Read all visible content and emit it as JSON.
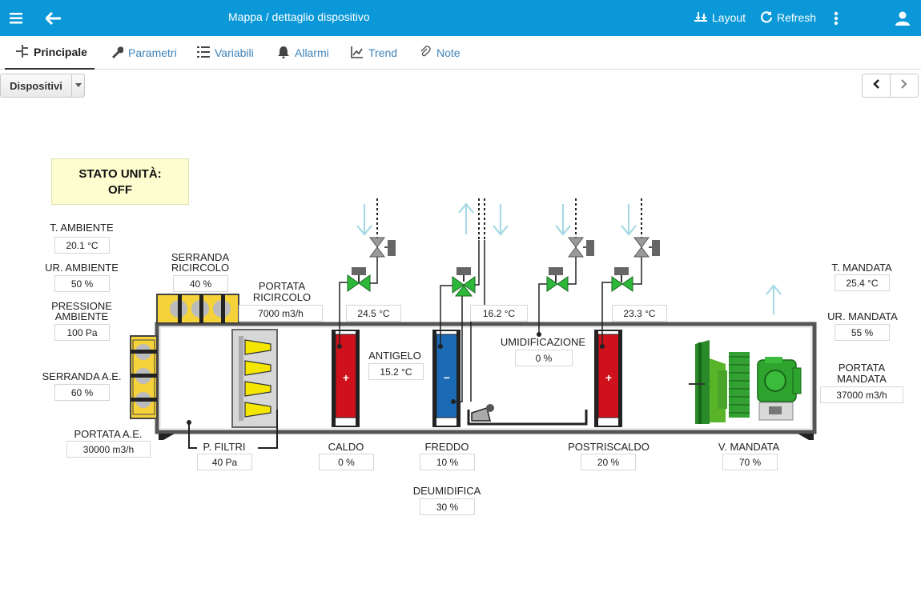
{
  "header": {
    "title": "Mappa / dettaglio dispositivo",
    "layout_label": "Layout",
    "refresh_label": "Refresh",
    "icons": [
      "menu-icon",
      "back-arrow-icon",
      "layout-icon",
      "refresh-icon",
      "more-vertical-icon",
      "user-icon"
    ]
  },
  "tabs": [
    {
      "label": "Principale",
      "icon": "topology-icon",
      "active": true
    },
    {
      "label": "Parametri",
      "icon": "wrench-icon",
      "active": false
    },
    {
      "label": "Variabili",
      "icon": "list-icon",
      "active": false
    },
    {
      "label": "Allarmi",
      "icon": "bell-icon",
      "active": false
    },
    {
      "label": "Trend",
      "icon": "chart-icon",
      "active": false
    },
    {
      "label": "Note",
      "icon": "clip-icon",
      "active": false
    }
  ],
  "device_selector": {
    "label": "Dispositivi"
  },
  "colors": {
    "accent": "#0a98d8",
    "tab_link": "#3d82b8",
    "heating_coil": "#d0101a",
    "cooling_coil": "#1a6ab5",
    "valve": "#2db83a",
    "state_box": "#fdfdd0"
  },
  "status": {
    "title": "STATO UNITÀ:",
    "value": "OFF"
  },
  "readings": {
    "t_ambiente": {
      "label": "T. AMBIENTE",
      "value": "20.1 °C"
    },
    "ur_ambiente": {
      "label": "UR. AMBIENTE",
      "value": "50 %"
    },
    "pressione_ambiente": {
      "label1": "PRESSIONE",
      "label2": "AMBIENTE",
      "value": "100 Pa"
    },
    "serranda_ae": {
      "label": "SERRANDA A.E.",
      "value": "60 %"
    },
    "portata_ae": {
      "label": "PORTATA A.E.",
      "value": "30000 m3/h"
    },
    "serranda_ricircolo": {
      "label1": "SERRANDA",
      "label2": "RICIRCOLO",
      "value": "40 %"
    },
    "portata_ricircolo": {
      "label1": "PORTATA",
      "label2": "RICIRCOLO",
      "value": "7000 m3/h"
    },
    "p_filtri": {
      "label": "P. FILTRI",
      "value": "40 Pa"
    },
    "temp_caldo": {
      "value": "24.5 °C"
    },
    "antigelo": {
      "label": "ANTIGELO",
      "value": "15.2 °C"
    },
    "temp_freddo": {
      "value": "16.2 °C"
    },
    "umidificazione": {
      "label": "UMIDIFICAZIONE",
      "value": "0 %"
    },
    "temp_postriscaldo": {
      "value": "23.3 °C"
    },
    "caldo": {
      "label": "CALDO",
      "value": "0 %"
    },
    "freddo": {
      "label": "FREDDO",
      "value": "10 %"
    },
    "deumidifica": {
      "label": "DEUMIDIFICA",
      "value": "30 %"
    },
    "postriscaldo": {
      "label": "POSTRISCALDO",
      "value": "20 %"
    },
    "v_mandata": {
      "label": "V. MANDATA",
      "value": "70 %"
    },
    "t_mandata": {
      "label": "T. MANDATA",
      "value": "25.4 °C"
    },
    "ur_mandata": {
      "label": "UR. MANDATA",
      "value": "55 %"
    },
    "portata_mandata": {
      "label1": "PORTATA",
      "label2": "MANDATA",
      "value": "37000 m3/h"
    }
  },
  "coil_symbols": {
    "heat": "+",
    "cool": "−"
  }
}
